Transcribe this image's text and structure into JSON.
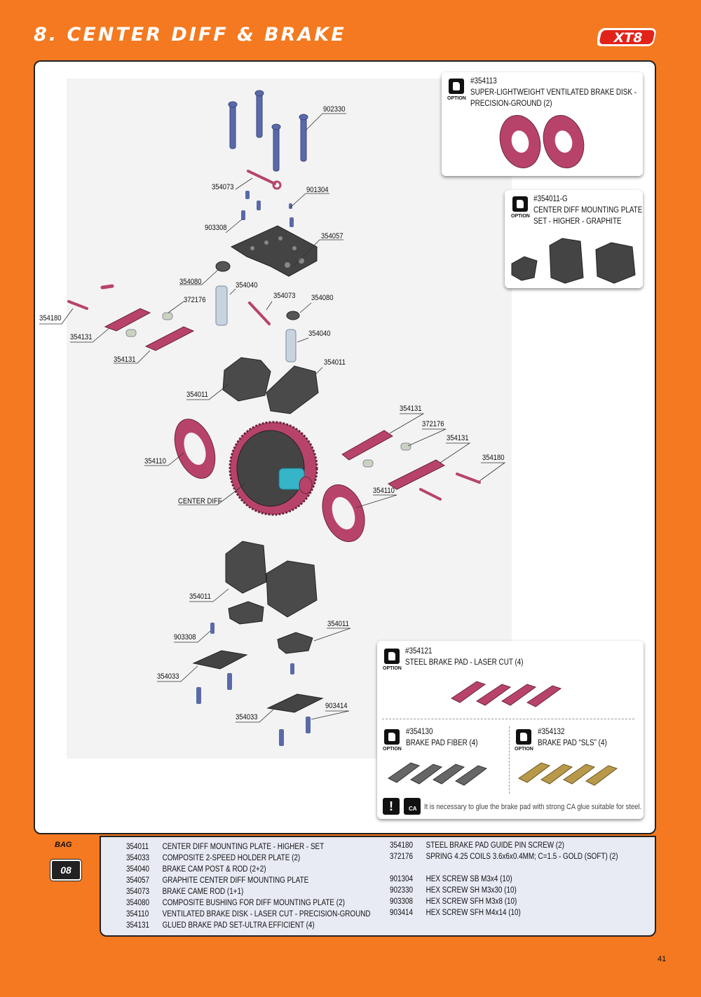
{
  "header": {
    "title": "8. CENTER DIFF & BRAKE",
    "logo": "XT8"
  },
  "colors": {
    "accent": "#f47920",
    "part_pink": "#b8436a",
    "part_blue": "#5a6aa8",
    "part_gray": "#5a5a5a"
  },
  "callouts": [
    "902330",
    "354073",
    "901304",
    "903308",
    "354057",
    "354080",
    "354040",
    "372176",
    "354073",
    "354080",
    "354180",
    "354131",
    "354131",
    "354040",
    "354011",
    "354011",
    "354131",
    "372176",
    "354131",
    "354180",
    "354110",
    "354110",
    "CENTER DIFF",
    "354011",
    "354011",
    "903308",
    "354033",
    "354033",
    "903414"
  ],
  "options": {
    "brake_disk": {
      "code": "#354113",
      "line1": "SUPER-LIGHTWEIGHT VENTILATED BRAKE DISK -",
      "line2": "PRECISION-GROUND (2)",
      "badge": "OPTION"
    },
    "mount_plate": {
      "code": "#354011-G",
      "line1": "CENTER DIFF MOUNTING PLATE",
      "line2": "SET - HIGHER - GRAPHITE",
      "badge": "OPTION"
    },
    "steel_pad": {
      "code": "#354121",
      "line1": "STEEL BRAKE PAD - LASER CUT (4)",
      "badge": "OPTION"
    },
    "fiber_pad": {
      "code": "#354130",
      "line1": "BRAKE PAD FIBER (4)",
      "badge": "OPTION"
    },
    "sls_pad": {
      "code": "#354132",
      "line1": "BRAKE PAD “SLS” (4)",
      "badge": "OPTION"
    },
    "warning": "It is necessary to glue the brake pad with strong CA glue suitable for steel.",
    "warning_icon": "!",
    "ca_icon": "CA"
  },
  "bag": {
    "label": "BAG",
    "number": "08"
  },
  "legend_left": [
    {
      "code": "354011",
      "desc": "CENTER DIFF MOUNTING PLATE - HIGHER - SET"
    },
    {
      "code": "354033",
      "desc": "COMPOSITE 2-SPEED HOLDER PLATE (2)"
    },
    {
      "code": "354040",
      "desc": "BRAKE CAM POST & ROD (2+2)"
    },
    {
      "code": "354057",
      "desc": "GRAPHITE CENTER DIFF MOUNTING PLATE"
    },
    {
      "code": "354073",
      "desc": "BRAKE CAME ROD (1+1)"
    },
    {
      "code": "354080",
      "desc": "COMPOSITE BUSHING FOR DIFF MOUNTING PLATE (2)"
    },
    {
      "code": "354110",
      "desc": "VENTILATED BRAKE DISK - LASER CUT - PRECISION-GROUND"
    },
    {
      "code": "354131",
      "desc": "GLUED BRAKE PAD SET-ULTRA EFFICIENT (4)"
    }
  ],
  "legend_right": [
    {
      "code": "354180",
      "desc": "STEEL BRAKE PAD GUIDE PIN SCREW (2)"
    },
    {
      "code": "372176",
      "desc": "SPRING 4.25 COILS 3.6x6x0.4MM; C=1.5 - GOLD (SOFT) (2)"
    },
    {
      "code": "",
      "desc": ""
    },
    {
      "code": "901304",
      "desc": "HEX SCREW  SB M3x4  (10)"
    },
    {
      "code": "902330",
      "desc": "HEX SCREW  SH M3x30  (10)"
    },
    {
      "code": "903308",
      "desc": "HEX SCREW  SFH M3x8  (10)"
    },
    {
      "code": "903414",
      "desc": "HEX SCREW  SFH M4x14  (10)"
    }
  ],
  "page_number": "41"
}
